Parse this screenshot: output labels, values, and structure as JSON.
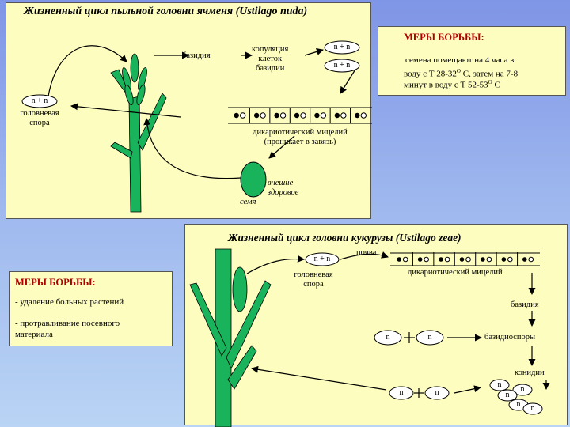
{
  "top": {
    "title": "Жизненный цикл пыльной головни ячменя (Ustilago nuda)",
    "bazidia": "базидия",
    "kopul_1": "копуляция",
    "kopul_2": "клеток",
    "kopul_3": "базидии",
    "nn_a": "n + n",
    "nn_b": "n + n",
    "spore_nn": "n + n",
    "spore_1": "головневая",
    "spore_2": "спора",
    "mycel_1": "дикариотический мицелий",
    "mycel_2": "(проникает в завязь)",
    "seed_1": "внешне",
    "seed_2": "здоровое",
    "seed_3": "семя"
  },
  "measures1": {
    "header": "МЕРЫ БОРЬБЫ:",
    "line1": "семена помещают на 4 часа в",
    "line2": "воду с Т 28-32",
    "deg1": "О",
    "line2b": " С, затем на 7-8",
    "line3": "минут в воду с Т 52-53",
    "deg2": "О",
    "line3b": " С"
  },
  "bottom": {
    "title": "Жизненный цикл головни кукурузы (Ustilago zeae)",
    "nn": "n + n",
    "pochva": "почва",
    "spore_1": "головневая",
    "spore_2": "спора",
    "mycel": "дикариотический мицелий",
    "bazidia": "базидия",
    "bazidiospory": "базидиоспоры",
    "konidii": "конидии",
    "n": "n"
  },
  "measures2": {
    "header": "МЕРЫ БОРЬБЫ:",
    "line1": "- удаление больных растений",
    "line2": "- протравливание посевного",
    "line3": "материала"
  },
  "colors": {
    "plant_green": "#19b35c",
    "header_red": "#b00000",
    "panel_bg": "#fdfdc0"
  }
}
